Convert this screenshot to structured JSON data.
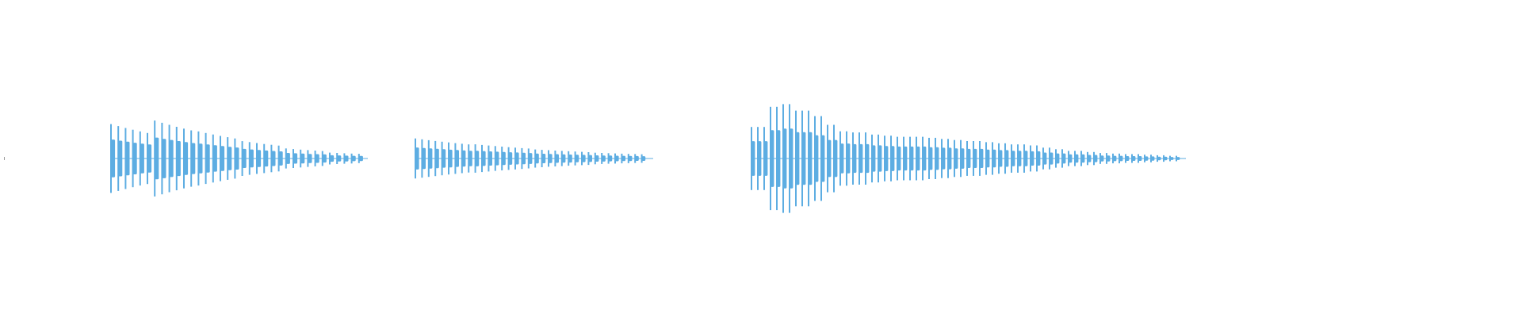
{
  "waveform": {
    "color": "#5DADE2",
    "background": "#FFFFFF",
    "marker_color": "#9A9A9A",
    "clips": [
      {
        "start_sec": 1.75,
        "end_sec": 5.8,
        "pulse_period_sec": 0.115,
        "peak_amplitude": 1.0,
        "decay_rate": 0.52,
        "amplitude_levels": [
          0.62,
          0.98,
          1.0,
          0.92,
          0.76,
          0.64
        ]
      },
      {
        "start_sec": 6.55,
        "end_sec": 10.3,
        "pulse_period_sec": 0.105,
        "peak_amplitude": 0.38,
        "decay_rate": 0.42,
        "amplitude_levels": [
          0.95,
          1.0,
          0.95,
          0.9
        ]
      },
      {
        "start_sec": 11.85,
        "end_sec": 18.7,
        "pulse_period_sec": 0.1,
        "peak_amplitude": 0.98,
        "decay_rate": 0.3,
        "amplitude_levels": [
          0.58,
          0.95,
          1.0,
          0.88,
          0.78,
          0.62,
          0.5,
          0.48,
          0.44,
          0.42,
          0.4,
          0.4,
          0.38,
          0.36,
          0.34,
          0.32,
          0.3,
          0.28,
          0.26,
          0.24,
          0.2,
          0.17,
          0.14,
          0.12,
          0.1,
          0.09,
          0.08,
          0.07,
          0.06,
          0.05
        ]
      }
    ],
    "time_range_sec": [
      0,
      24
    ]
  }
}
